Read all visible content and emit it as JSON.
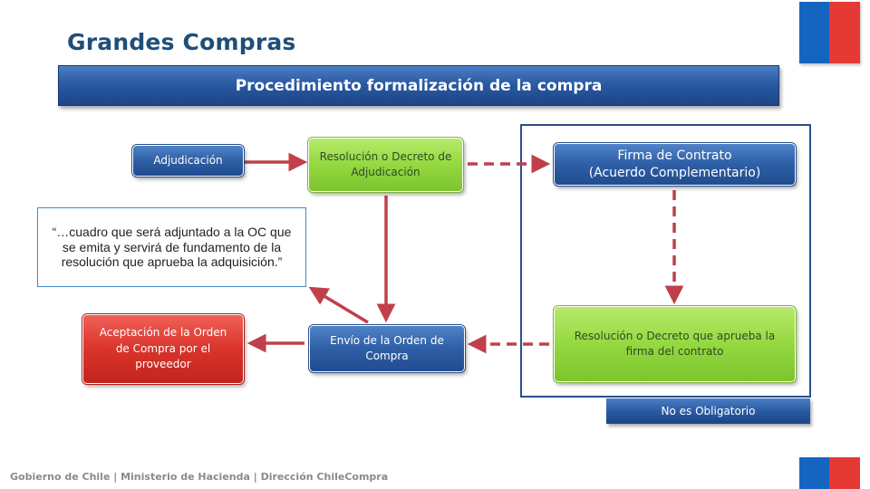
{
  "title": "Grandes Compras",
  "banner": "Procedimiento formalización de la compra",
  "boxes": {
    "adjudicacion": "Adjudicación",
    "resolucion_adjudicacion": "Resolución o Decreto de Adjudicación",
    "firma_contrato_line1": "Firma de Contrato",
    "firma_contrato_line2": "(Acuerdo Complementario)",
    "resolucion_firma": "Resolución o Decreto que aprueba la firma del contrato",
    "envio_orden": "Envío de la Orden de Compra",
    "aceptacion_orden": "Aceptación de la Orden de Compra por el proveedor"
  },
  "quote": "“…cuadro que será adjuntado a la OC que se emita y servirá de fundamento de la resolución que aprueba la adquisición.”",
  "optional_tag": "No es Obligatorio",
  "footer": "Gobierno de Chile | Ministerio de Hacienda | Dirección ChileCompra",
  "colors": {
    "title": "#1f4e79",
    "arrow": "#c0404a",
    "blue_box": "#2e5fa6",
    "green_box": "#95d840",
    "red_box": "#d9342b",
    "flag_blue": "#1565c0",
    "flag_red": "#e53935"
  }
}
